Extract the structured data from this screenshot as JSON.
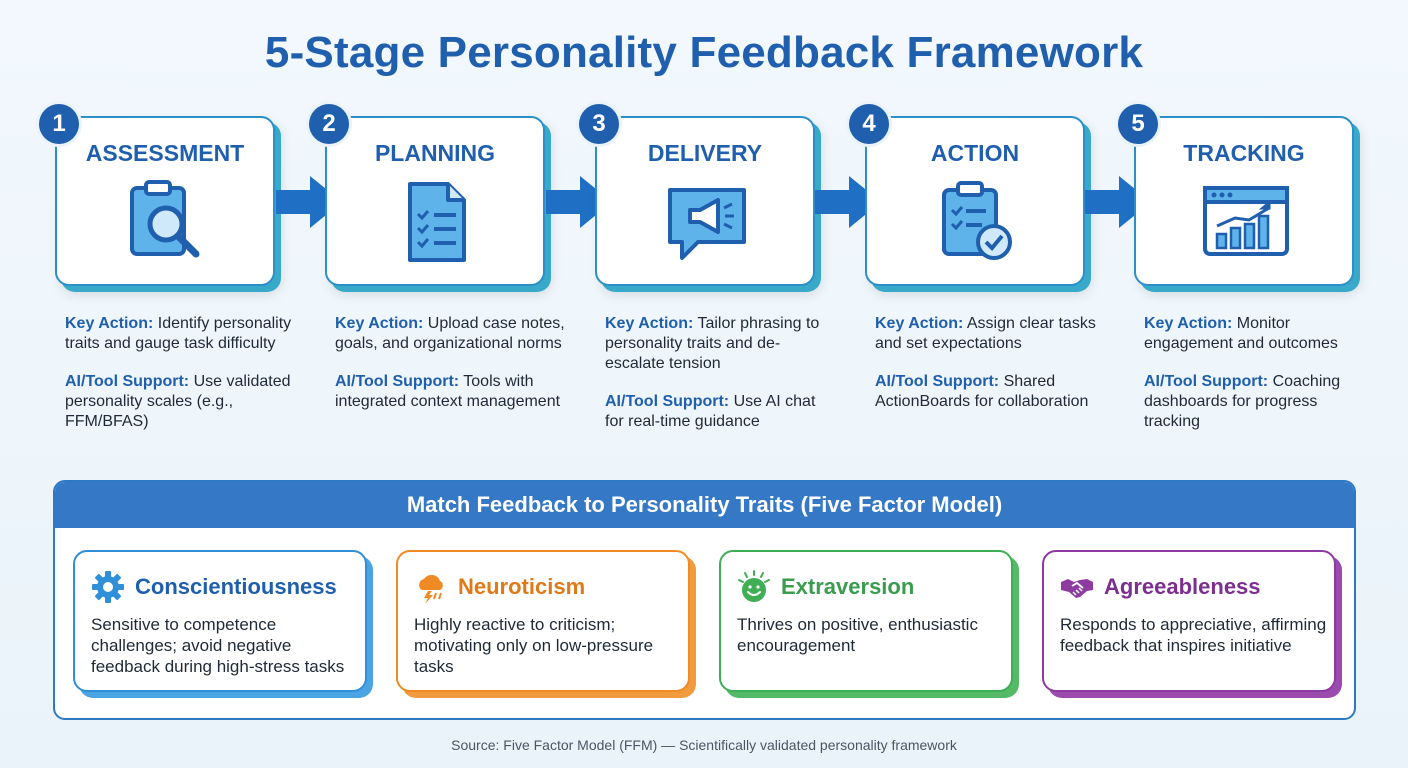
{
  "title": "5-Stage Personality Feedback Framework",
  "stages": [
    {
      "num": "1",
      "title": "ASSESSMENT",
      "icon": "clipboard-magnifier-icon",
      "key_label": "Key Action:",
      "key_text": "Identify personality traits and gauge task difficulty",
      "ai_label": "AI/Tool Support:",
      "ai_text": "Use validated personality scales (e.g., FFM/BFAS)"
    },
    {
      "num": "2",
      "title": "PLANNING",
      "icon": "document-checklist-icon",
      "key_label": "Key Action:",
      "key_text": "Upload case notes, goals, and organizational norms",
      "ai_label": "AI/Tool Support:",
      "ai_text": "Tools with integrated context management"
    },
    {
      "num": "3",
      "title": "DELIVERY",
      "icon": "megaphone-chat-icon",
      "key_label": "Key Action:",
      "key_text": "Tailor phrasing to personality traits and de-escalate tension",
      "ai_label": "AI/Tool Support:",
      "ai_text": "Use AI chat for real-time guidance"
    },
    {
      "num": "4",
      "title": "ACTION",
      "icon": "clipboard-check-icon",
      "key_label": "Key Action:",
      "key_text": "Assign clear tasks and set expectations",
      "ai_label": "AI/Tool Support:",
      "ai_text": "Shared ActionBoards for collaboration"
    },
    {
      "num": "5",
      "title": "TRACKING",
      "icon": "dashboard-chart-icon",
      "key_label": "Key Action:",
      "key_text": "Monitor engagement and outcomes",
      "ai_label": "AI/Tool Support:",
      "ai_text": "Coaching dashboards for progress tracking"
    }
  ],
  "panel": {
    "header": "Match Feedback to Personality Traits (Five Factor Model)",
    "traits": [
      {
        "name": "Conscientiousness",
        "icon": "gear-icon",
        "color": "#2f8fd8",
        "desc": "Sensitive to competence challenges; avoid negative feedback during high-stress tasks"
      },
      {
        "name": "Neuroticism",
        "icon": "storm-cloud-icon",
        "color": "#f08a24",
        "desc": "Highly reactive to criticism; motivating only on low-pressure tasks"
      },
      {
        "name": "Extraversion",
        "icon": "smiling-sun-icon",
        "color": "#3fae55",
        "desc": "Thrives on positive, enthusiastic encouragement"
      },
      {
        "name": "Agreeableness",
        "icon": "handshake-icon",
        "color": "#8e3ba1",
        "desc": "Responds to appreciative, affirming feedback that inspires initiative"
      }
    ]
  },
  "source": "Source: Five Factor Model (FFM) — Scientifically validated personality framework",
  "colors": {
    "primary": "#1f5fae",
    "accent": "#38a9c9",
    "header": "#3478c6"
  }
}
